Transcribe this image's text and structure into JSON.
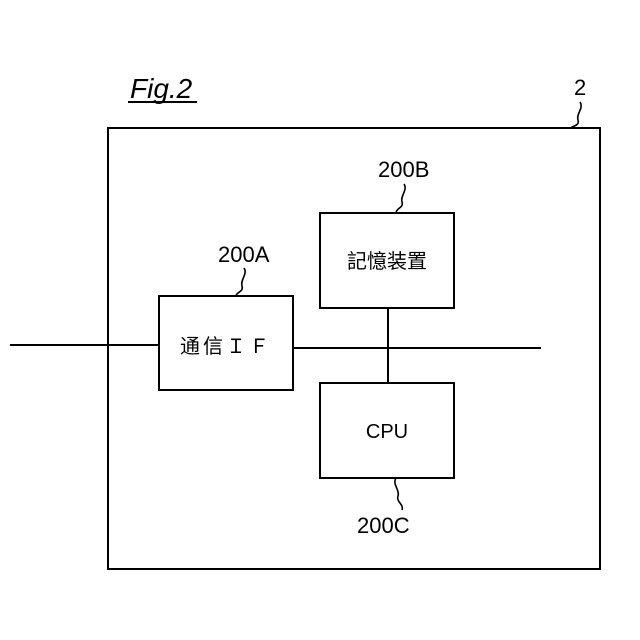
{
  "figure": {
    "title": "Fig.2"
  },
  "device": {
    "ref": "2"
  },
  "blocks": {
    "comm_if": {
      "ref": "200A",
      "label": "通信ＩＦ"
    },
    "storage": {
      "ref": "200B",
      "label": "記憶装置"
    },
    "cpu": {
      "ref": "200C",
      "label": "CPU"
    }
  }
}
